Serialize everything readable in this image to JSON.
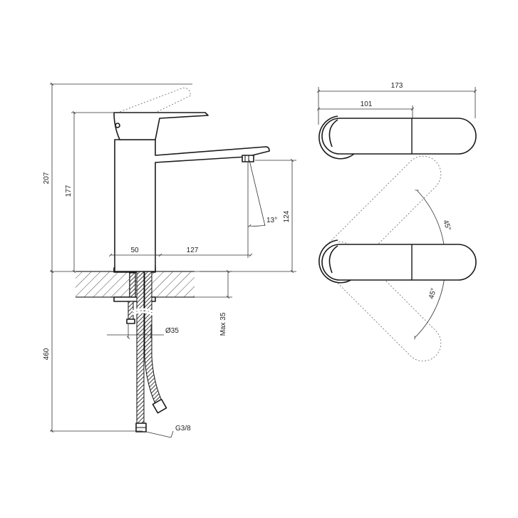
{
  "dimensions": {
    "total_height": "207",
    "body_height": "177",
    "base_width": "50",
    "spout_reach": "127",
    "spout_height": "124",
    "spout_angle": "13°",
    "top_length": "173",
    "handle_length": "101",
    "angle_up": "45°",
    "angle_down": "45°",
    "hole_diameter": "Ø35",
    "max_thickness": "Max 35",
    "hose_length": "460",
    "thread": "G3/8"
  }
}
